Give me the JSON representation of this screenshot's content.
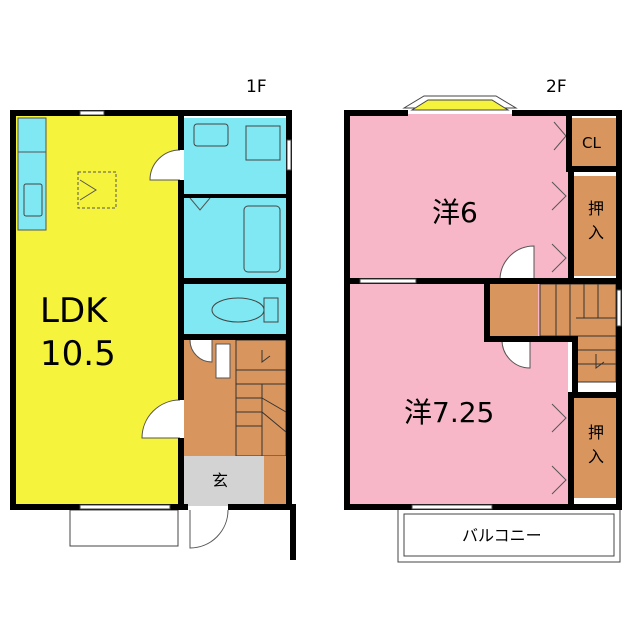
{
  "floors": {
    "first": {
      "label": "1F"
    },
    "second": {
      "label": "2F"
    }
  },
  "rooms": {
    "ldk": {
      "name": "LDK",
      "size": "10.5"
    },
    "entrance": {
      "name": "玄"
    },
    "western_6": {
      "name": "洋6"
    },
    "western_725": {
      "name": "洋7.25"
    },
    "closet": {
      "name": "CL"
    },
    "storage_1": {
      "name": "押\n入"
    },
    "storage_2": {
      "name": "押\n入"
    },
    "balcony": {
      "name": "バルコニー"
    }
  },
  "colors": {
    "ldk": "#f6f33c",
    "wet": "#7fe8f2",
    "bedroom": "#f7b7c8",
    "wood": "#d9955e",
    "entrance": "#d3d3d3",
    "wall": "#000000",
    "balcony": "#ffffff"
  }
}
